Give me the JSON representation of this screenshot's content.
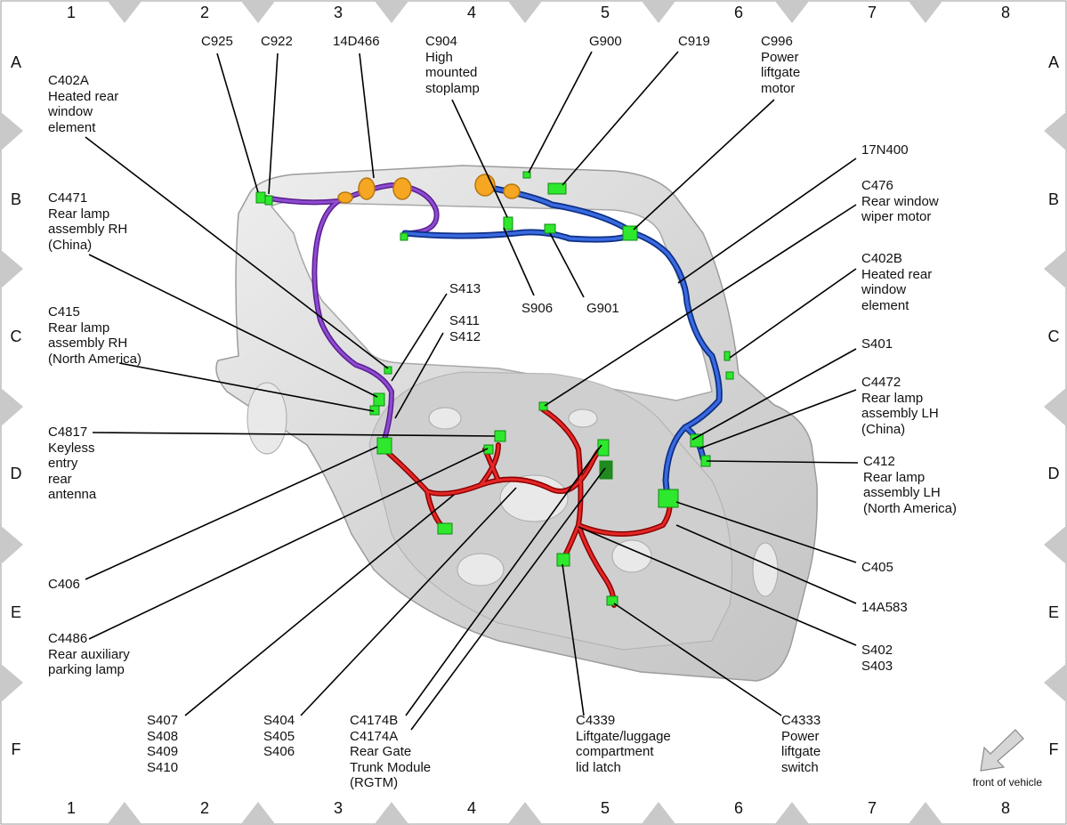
{
  "grid": {
    "columns": [
      "1",
      "2",
      "3",
      "4",
      "5",
      "6",
      "7",
      "8"
    ],
    "rows": [
      "A",
      "B",
      "C",
      "D",
      "E",
      "F"
    ]
  },
  "callouts": {
    "c925": "C925",
    "c922": "C922",
    "p14d466": "14D466",
    "c904": [
      "C904",
      "High",
      "mounted",
      "stoplamp"
    ],
    "g900": "G900",
    "c919": "C919",
    "c996": [
      "C996",
      "Power",
      "liftgate",
      "motor"
    ],
    "c402a": [
      "C402A",
      "Heated rear",
      "window",
      "element"
    ],
    "n17n400": "17N400",
    "c476": [
      "C476",
      "Rear window",
      "wiper motor"
    ],
    "c4471": [
      "C4471",
      "Rear lamp",
      "assembly RH",
      "(China)"
    ],
    "s413": "S413",
    "s411_s412": [
      "S411",
      "S412"
    ],
    "s906": "S906",
    "g901": "G901",
    "c402b": [
      "C402B",
      "Heated rear",
      "window",
      "element"
    ],
    "c415": [
      "C415",
      "Rear lamp",
      "assembly RH",
      "(North America)"
    ],
    "s401": "S401",
    "c4472": [
      "C4472",
      "Rear lamp",
      "assembly LH",
      "(China)"
    ],
    "c4817": [
      "C4817",
      "Keyless",
      "entry",
      "rear",
      "antenna"
    ],
    "c412": [
      "C412",
      "Rear lamp",
      "assembly LH",
      "(North America)"
    ],
    "c406": "C406",
    "c405": "C405",
    "n14a583": "14A583",
    "c4486": [
      "C4486",
      "Rear auxiliary",
      "parking lamp"
    ],
    "s402_s403": [
      "S402",
      "S403"
    ],
    "s407_s410": [
      "S407",
      "S408",
      "S409",
      "S410"
    ],
    "s404_s406": [
      "S404",
      "S405",
      "S406"
    ],
    "c4174": [
      "C4174B",
      "C4174A",
      "Rear Gate",
      "Trunk Module",
      "(RGTM)"
    ],
    "c4339": [
      "C4339",
      "Liftgate/luggage",
      "compartment",
      "lid latch"
    ],
    "c4333": [
      "C4333",
      "Power",
      "liftgate",
      "switch"
    ]
  },
  "front_of_vehicle": "front of vehicle",
  "colors": {
    "harness_red": "#d81e1e",
    "harness_blue": "#1f4fd0",
    "harness_purple": "#7b35b8",
    "connector_green": "#2ee82e",
    "grommet_orange": "#f5a623",
    "panel_gray": "#d9d9d9",
    "border_diamond": "#c8c8c8"
  }
}
